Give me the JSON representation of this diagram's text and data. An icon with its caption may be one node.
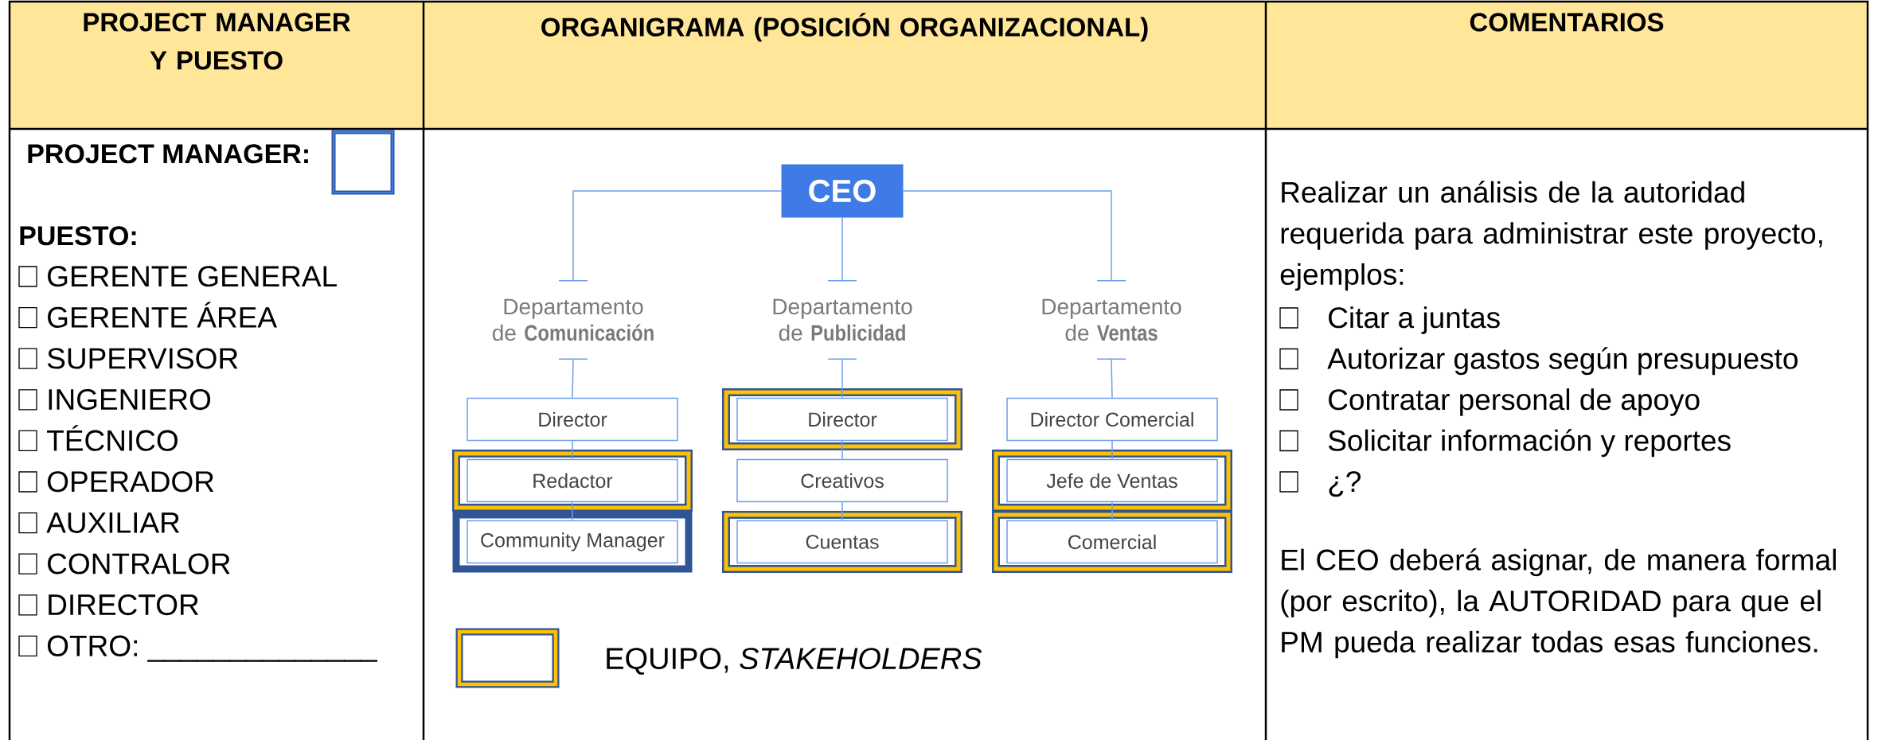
{
  "diagram": {
    "nodes": [
      {
        "text": [
          "CEO"
        ]
      },
      {
        "text": [
          "Departamento de **Comunicación**"
        ]
      },
      {
        "text": [
          "Departamento de **Publicidad**"
        ]
      },
      {
        "text": [
          "Departamento de **Ventas**"
        ]
      },
      {
        "text": [
          "Director"
        ]
      },
      {
        "text": [
          "Director"
        ]
      },
      {
        "text": [
          "Director Comercial"
        ]
      },
      {
        "text": [
          "Redactor"
        ]
      },
      {
        "text": [
          "Creativos"
        ]
      },
      {
        "text": [
          "Jefe de Ventas"
        ]
      },
      {
        "text": [
          "Community Manager"
        ]
      },
      {
        "text": [
          "Cuentas"
        ]
      },
      {
        "text": [
          "Comercial"
        ]
      }
    ],
    "edges": [
      {
        "from": 0,
        "to": 1,
        "arrow": "none"
      },
      {
        "from": 0,
        "to": 2,
        "arrow": "none"
      },
      {
        "from": 0,
        "to": 3,
        "arrow": "none"
      },
      {
        "from": 1,
        "to": 4,
        "arrow": "none"
      },
      {
        "from": 2,
        "to": 5,
        "arrow": "none"
      },
      {
        "from": 3,
        "to": 6,
        "arrow": "none"
      },
      {
        "from": 4,
        "to": 7,
        "arrow": "none"
      },
      {
        "from": 7,
        "to": 10,
        "arrow": "none"
      },
      {
        "from": 5,
        "to": 8,
        "arrow": "none"
      },
      {
        "from": 8,
        "to": 11,
        "arrow": "none"
      },
      {
        "from": 6,
        "to": 9,
        "arrow": "none"
      },
      {
        "from": 9,
        "to": 12,
        "arrow": "none"
      }
    ],
    "labels": [
      "PROJECT MANAGER Y PUESTO",
      "ORGANIGRAMA (POSICIÓN ORGANIZACIONAL)",
      "COMENTARIOS",
      "PROJECT MANAGER:",
      "PUESTO:",
      "GERENTE GENERAL",
      "GERENTE ÁREA",
      "SUPERVISOR",
      "INGENIERO",
      "TÉCNICO",
      "OPERADOR",
      "AUXILIAR",
      "CONTRALOR",
      "DIRECTOR",
      "OTRO: ______________",
      "Realizar un análisis de la autoridad requerida para administrar este proyecto, ejemplos:",
      "Citar a juntas",
      "Autorizar gastos según presupuesto",
      "Contratar personal de apoyo",
      "Solicitar información y reportes",
      "¿?",
      "El CEO deberá asignar, de manera formal (por escrito), la AUTORIDAD para que el PM pueda realizar todas esas funciones."
    ],
    "legend": [
      {
        "text": "EQUIPO, *STAKEHOLDERS*"
      }
    ]
  }
}
